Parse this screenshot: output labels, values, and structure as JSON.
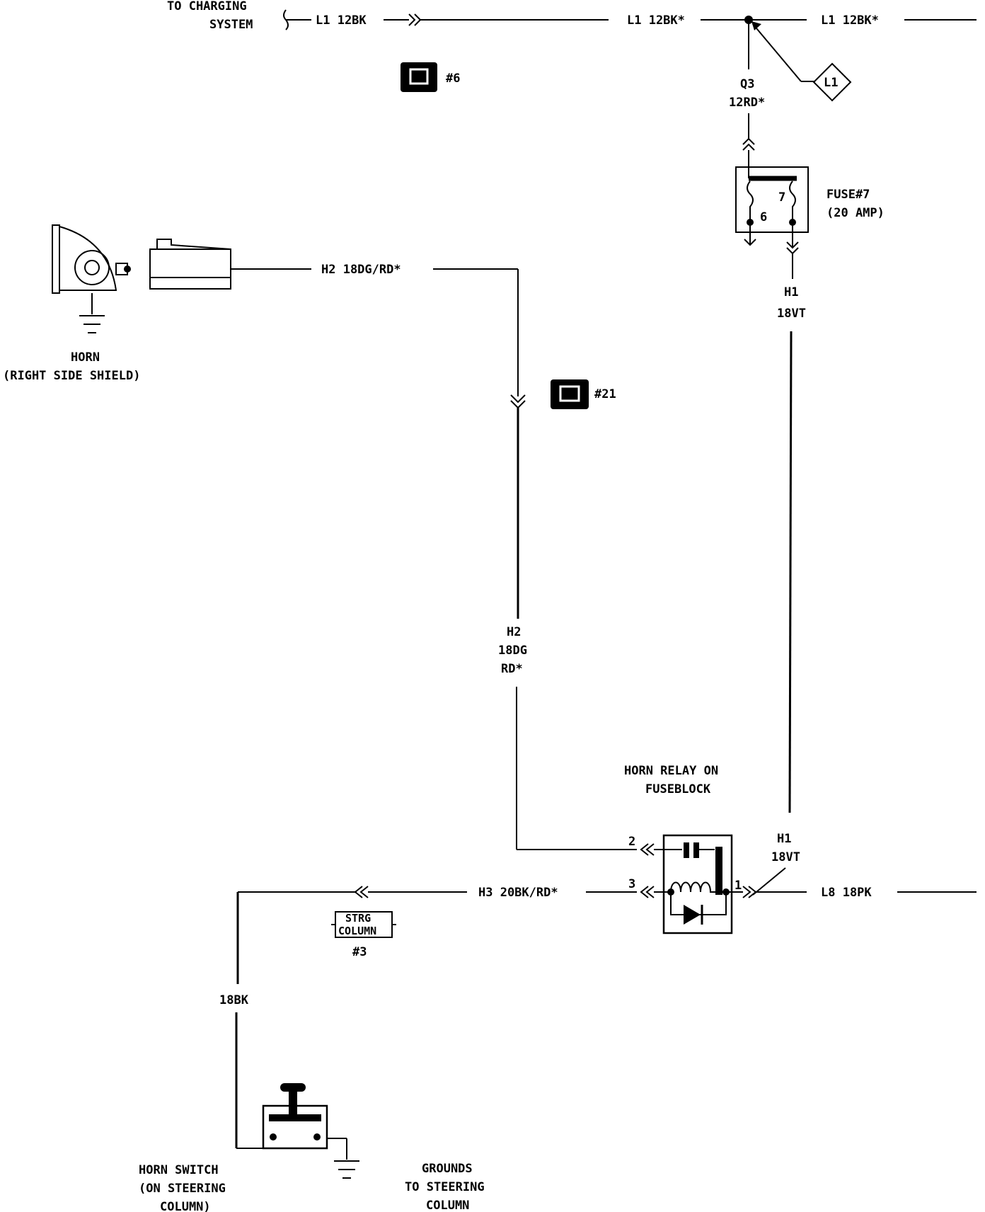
{
  "charging": {
    "line1": "TO CHARGING",
    "line2": "SYSTEM"
  },
  "wires": {
    "l1_left": "L1 12BK",
    "l1_mid": "L1 12BK*",
    "l1_right": "L1 12BK*",
    "q3_code": "Q3",
    "q3_spec": "12RD*",
    "h1_top_code": "H1",
    "h1_top_spec": "18VT",
    "h1_bot_code": "H1",
    "h1_bot_spec": "18VT",
    "h2_top": "H2 18DG/RD*",
    "h2_mid_code": "H2",
    "h2_mid_gauge": "18DG",
    "h2_mid_color": "RD*",
    "h3": "H3 20BK/RD*",
    "l8": "L8 18PK",
    "bk": "18BK"
  },
  "refs": {
    "ref6": "#6",
    "ref21": "#21",
    "ref3": "#3"
  },
  "splice_label": "L1",
  "fuse": {
    "name": "FUSE#7",
    "rating": "(20 AMP)",
    "term_top": "7",
    "term_bot": "6"
  },
  "horn": {
    "line1": "HORN",
    "line2": "(RIGHT SIDE SHIELD)"
  },
  "relay": {
    "title1": "HORN RELAY ON",
    "title2": "FUSEBLOCK",
    "pin1": "1",
    "pin2": "2",
    "pin3": "3"
  },
  "strg": {
    "line1": "STRG",
    "line2": "COLUMN"
  },
  "horn_switch": {
    "line1": "HORN SWITCH",
    "line2": "(ON STEERING",
    "line3": "COLUMN)"
  },
  "grounds": {
    "line1": "GROUNDS",
    "line2": "TO STEERING",
    "line3": "COLUMN"
  }
}
